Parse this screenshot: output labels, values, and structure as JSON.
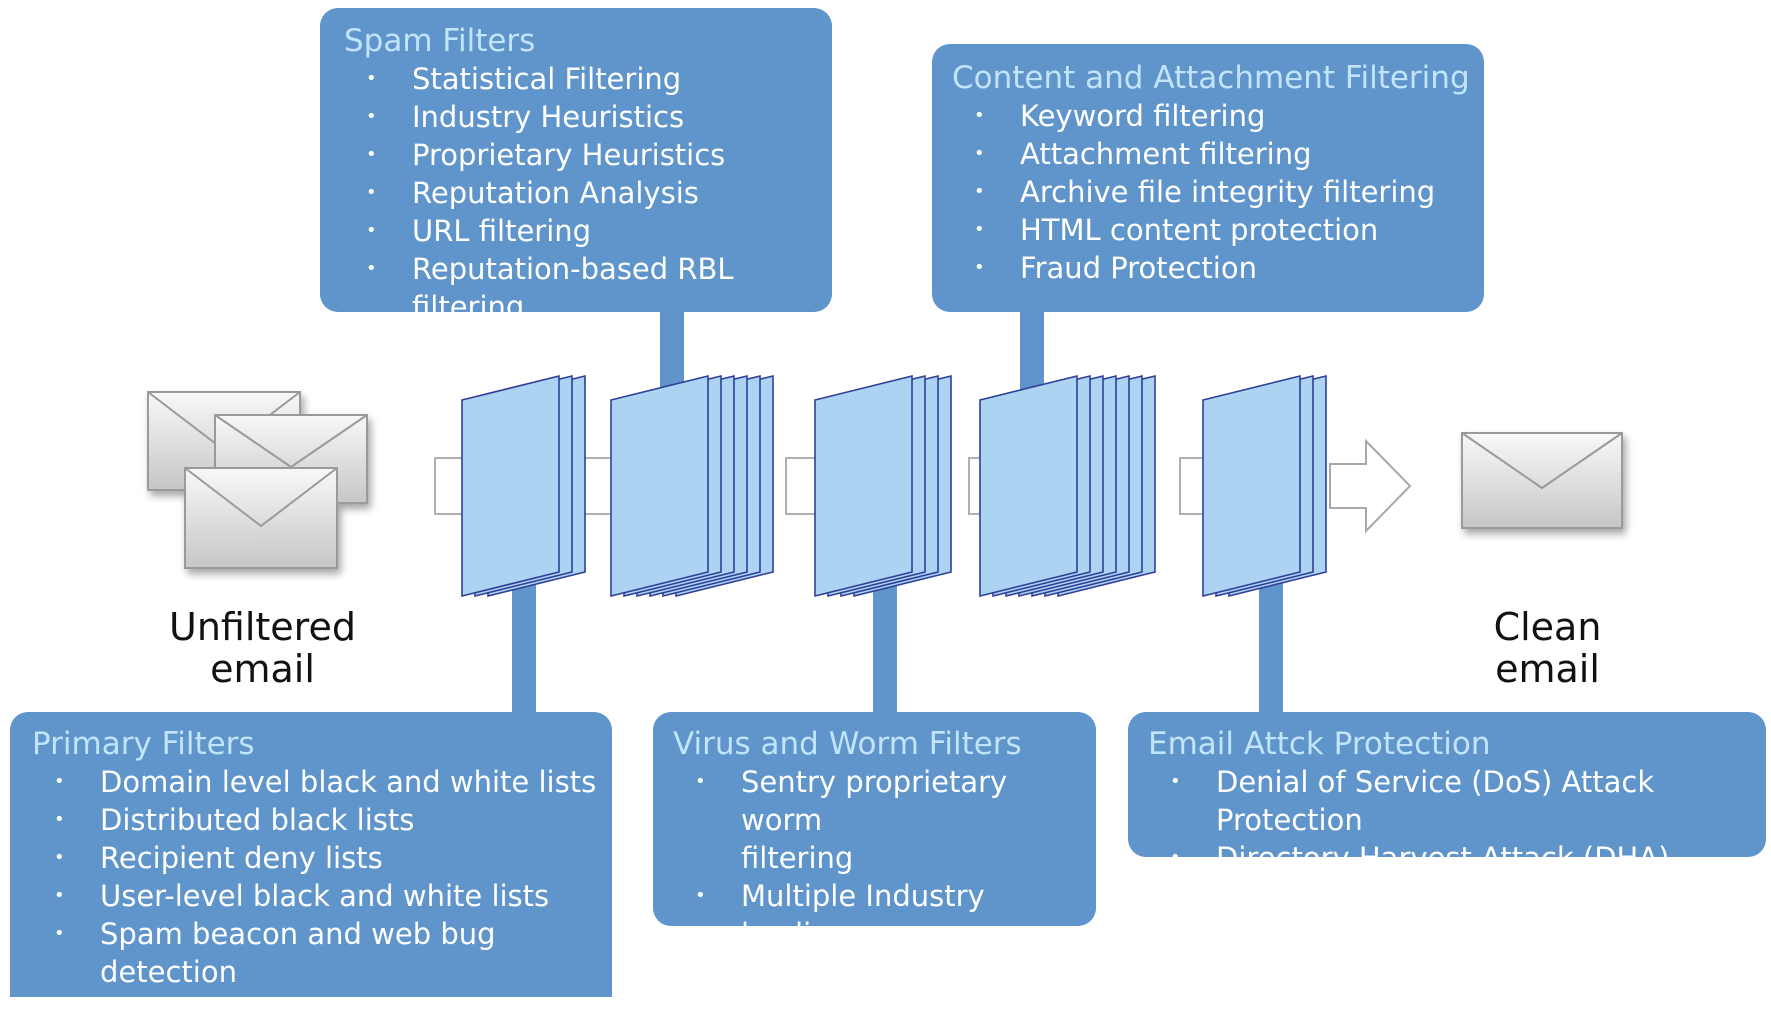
{
  "colors": {
    "box_fill": "#5f95cb",
    "box_title": "#c2e4fa",
    "box_text": "#ffffff",
    "filter_panel": "#acd4f2",
    "filter_edge": "#2f3f9a",
    "connector": "#5f95cb",
    "envelope": "#e8e8e8"
  },
  "icons": [
    "envelope-icon",
    "right-arrow-icon",
    "filter-panel-icon"
  ],
  "labels": {
    "input": "Unfiltered\nemail",
    "output": "Clean\nemail"
  },
  "boxes": {
    "spam": {
      "title": "Spam Filters",
      "items": [
        "Statistical Filtering",
        "Industry Heuristics",
        "Proprietary Heuristics",
        "Reputation Analysis",
        "URL filtering",
        "Reputation-based RBL filtering"
      ]
    },
    "content": {
      "title": "Content and Attachment Filtering",
      "items": [
        "Keyword filtering",
        "Attachment filtering",
        "Archive file integrity filtering",
        "HTML content protection",
        "Fraud Protection"
      ]
    },
    "primary": {
      "title": "Primary Filters",
      "items": [
        "Domain level black and white lists",
        "Distributed black lists",
        "Recipient deny lists",
        "User-level black and white lists",
        "Spam beacon and web bug detection\nand blocking"
      ]
    },
    "virus": {
      "title": "Virus and Worm Filters",
      "items": [
        "Sentry proprietary worm\nfiltering",
        "Multiple Industry leading\nAnti-virus"
      ]
    },
    "attack": {
      "title": "Email Attck Protection",
      "items": [
        "Denial of Service (DoS) Attack Protection",
        "Directory Harvest Attack (DHA) Protection"
      ]
    }
  }
}
